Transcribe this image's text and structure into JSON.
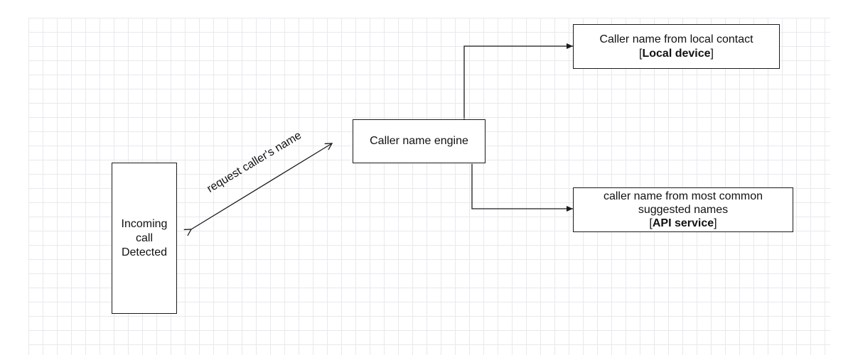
{
  "nodes": {
    "incoming": {
      "lines": [
        "Incoming",
        "call",
        "Detected"
      ]
    },
    "engine": {
      "label": "Caller name engine"
    },
    "local": {
      "line1": "Caller name from local contact",
      "bold": "Local device"
    },
    "api": {
      "line1": "caller name from most common",
      "line2": "suggested names",
      "bold": "API service"
    }
  },
  "edges": {
    "request_label": "request caller's name"
  },
  "brackets": {
    "open": "[",
    "close": "]"
  },
  "colors": {
    "stroke": "#1a1a1a",
    "grid": "#e9e9ee",
    "background": "#ffffff"
  }
}
